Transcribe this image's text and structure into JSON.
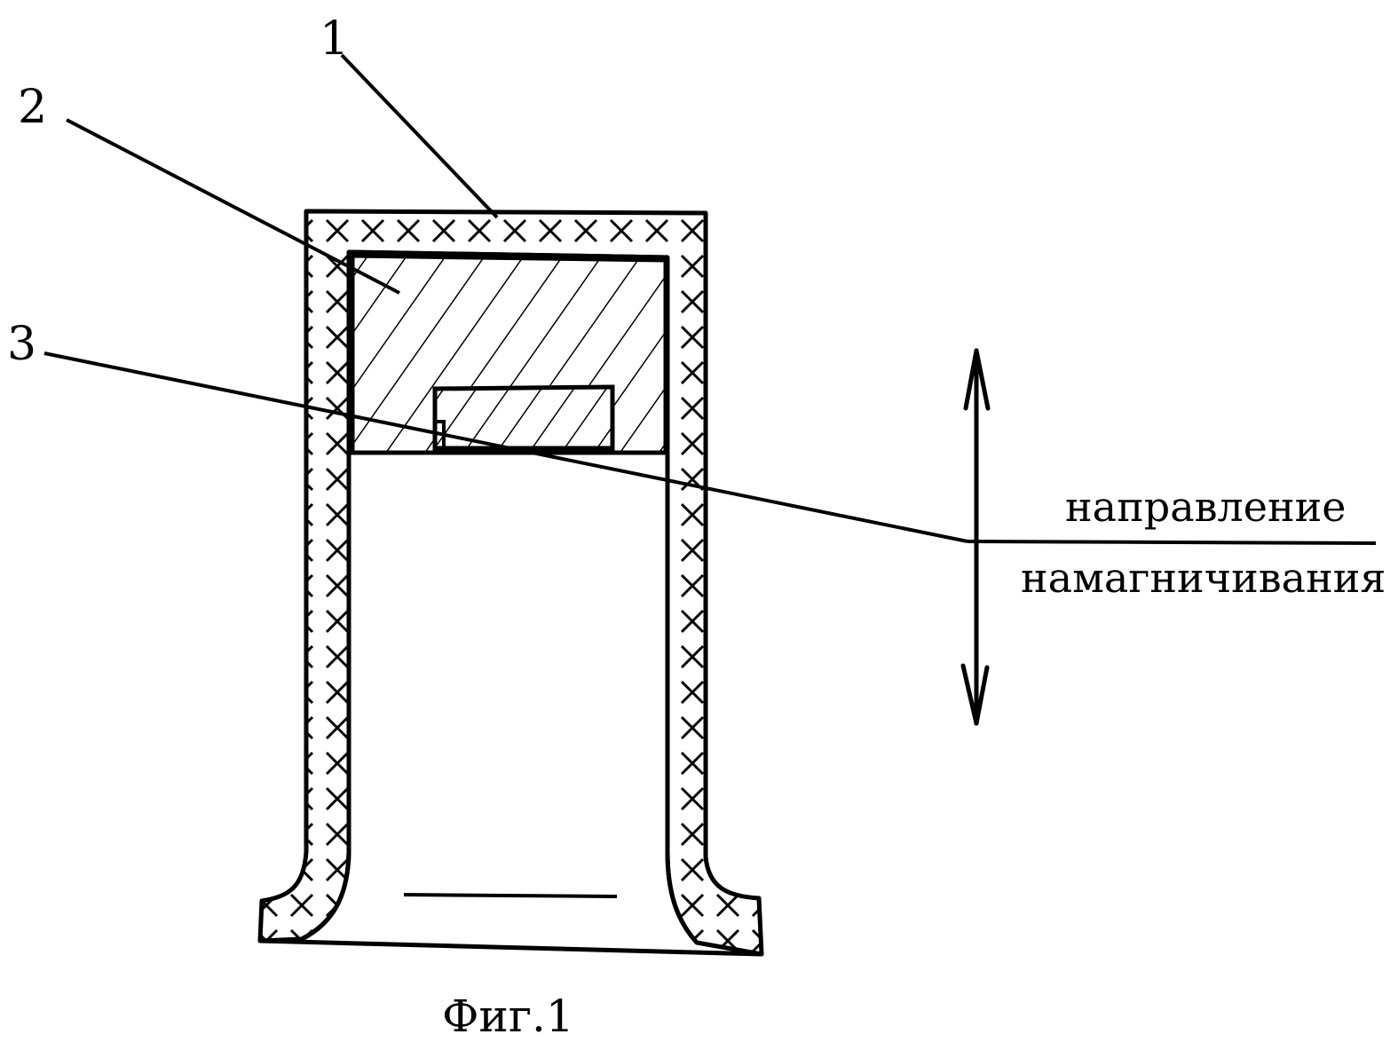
{
  "labels": {
    "part1": "1",
    "part2": "2",
    "part3": "3",
    "direction_line1": "направление",
    "direction_line2": "намагничивания"
  },
  "caption": "Фиг.1",
  "colors": {
    "ink": "#000000",
    "paper": "#ffffff"
  }
}
